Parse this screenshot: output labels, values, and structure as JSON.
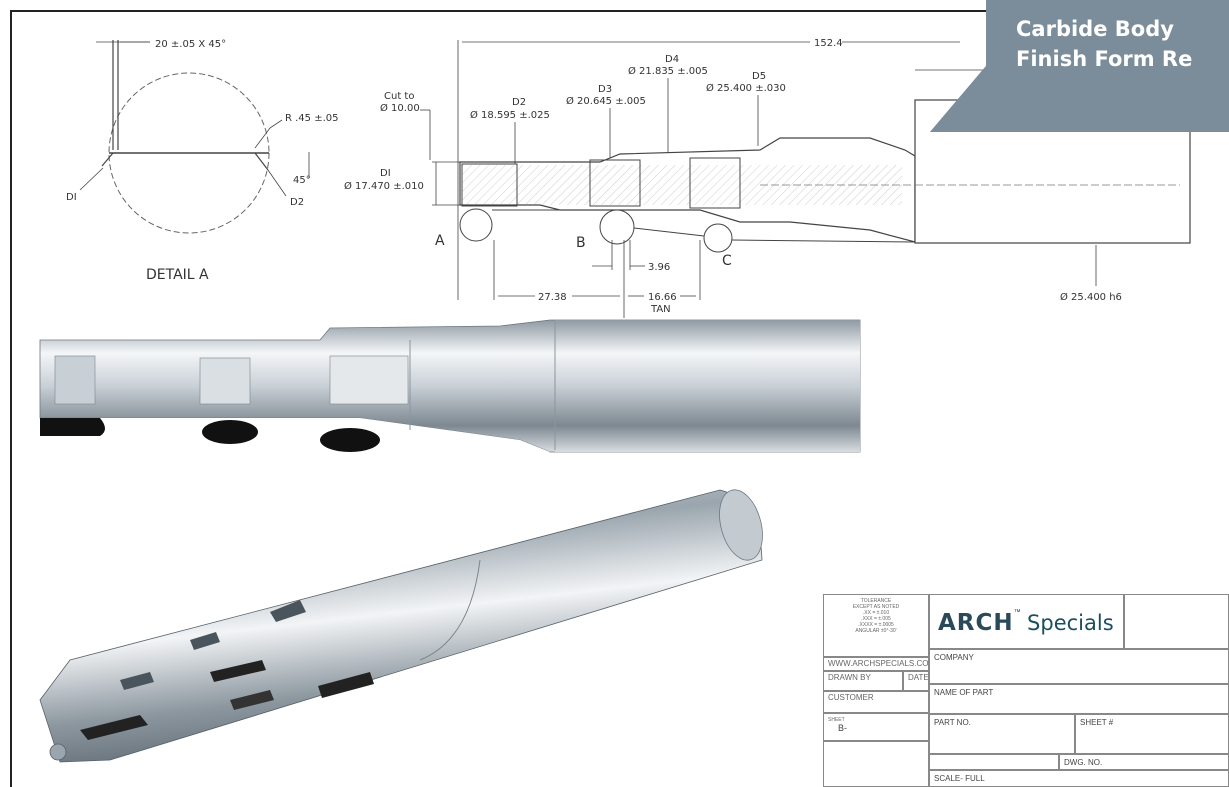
{
  "banner": {
    "line1": "Carbide Body",
    "line2": "Finish Form Re",
    "color": "#7b8d9a"
  },
  "detail_a": {
    "chamfer": "20 ±.05 X 45°",
    "radius": "R .45 ±.05",
    "angle": "45°",
    "d1": "DI",
    "d2": "D2",
    "caption": "DETAIL A"
  },
  "drawing": {
    "overall_length": "152.4",
    "cut_to_line1": "Cut to",
    "cut_to_line2": "Ø 10.00",
    "d1_label": "DI",
    "d1_value": "Ø 17.470 ±.010",
    "d2_label": "D2",
    "d2_value": "Ø 18.595 ±.025",
    "d3_label": "D3",
    "d3_value": "Ø 20.645 ±.005",
    "d4_label": "D4",
    "d4_value": "Ø 21.835 ±.005",
    "d5_label": "D5",
    "d5_value": "Ø 25.400 ±.030",
    "shank_value": "Ø 25.400 h6",
    "point_a": "A",
    "point_b": "B",
    "point_c": "C",
    "dim_396": "3.96",
    "dim_2738": "27.38",
    "dim_1666": "16.66",
    "dim_tan": "TAN"
  },
  "title_block": {
    "tolerance_lines": [
      "TOLERANCE",
      "EXCEPT AS NOTED",
      ".XX = ±.010",
      ".XXX = ±.005",
      ".XXXX = ±.0005",
      "ANGULAR ±0°-30'"
    ],
    "website": "WWW.ARCHSPECIALS.COM",
    "drawn_by": "DRAWN BY",
    "date": "DATE",
    "customer": "CUSTOMER",
    "rev_label": "SHEET",
    "rev_value": "B-",
    "company_label": "COMPANY",
    "part_name_label": "NAME OF PART",
    "part_no_label": "PART NO.",
    "sheet_label": "SHEET #",
    "dwg_no_label": "DWG. NO.",
    "scale_label": "SCALE- FULL",
    "logo_arch": "ARCH",
    "logo_tm": "™",
    "logo_specials": "Specials"
  }
}
